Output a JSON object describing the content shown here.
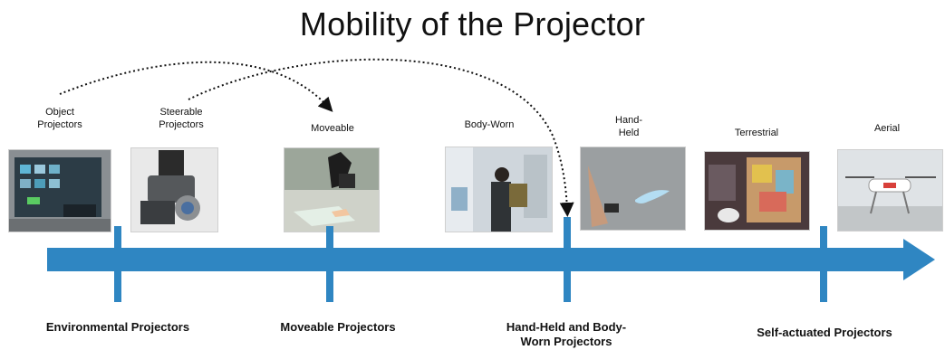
{
  "title": "Mobility of the Projector",
  "categories": [
    {
      "label": "Object\nProjectors",
      "image": "object-projector-photo"
    },
    {
      "label": "Steerable\nProjectors",
      "image": "steerable-projector-photo"
    },
    {
      "label": "Moveable",
      "image": "moveable-projector-photo"
    },
    {
      "label": "Body-Worn",
      "image": "body-worn-projector-photo"
    },
    {
      "label": "Hand-\nHeld",
      "image": "hand-held-projector-photo"
    },
    {
      "label": "Terrestrial",
      "image": "terrestrial-robot-photo"
    },
    {
      "label": "Aerial",
      "image": "aerial-drone-photo"
    }
  ],
  "groups": [
    {
      "label": "Environmental Projectors"
    },
    {
      "label": "Moveable Projectors"
    },
    {
      "label": "Hand-Held and Body-\nWorn Projectors"
    },
    {
      "label": "Self-actuated Projectors"
    }
  ],
  "colors": {
    "arrow": "#2f86c2",
    "tick": "#2f86c2",
    "dotted": "#111111"
  }
}
